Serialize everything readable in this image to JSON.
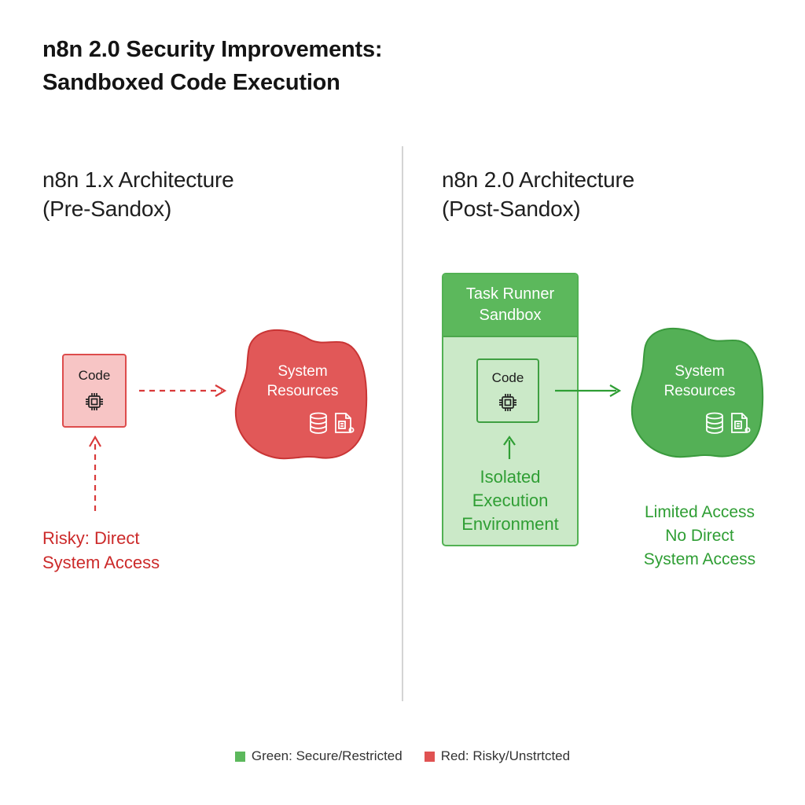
{
  "title": {
    "line1": "n8n 2.0 Security Improvements:",
    "line2": "Sandboxed Code Execution"
  },
  "left": {
    "heading_line1": "n8n 1.x Architecture",
    "heading_line2": "(Pre-Sandox)",
    "code_label": "Code",
    "resources_line1": "System",
    "resources_line2": "Resources",
    "note_line1": "Risky: Direct",
    "note_line2": "System Access",
    "color": "#e05252"
  },
  "right": {
    "heading_line1": "n8n 2.0 Architecture",
    "heading_line2": "(Post-Sandox)",
    "sandbox_line1": "Task Runner",
    "sandbox_line2": "Sandbox",
    "code_label": "Code",
    "isolated_line1": "Isolated",
    "isolated_line2": "Execution",
    "isolated_line3": "Environment",
    "resources_line1": "System",
    "resources_line2": "Resources",
    "note_line1": "Limited Access",
    "note_line2": "No Direct",
    "note_line3": "System Access",
    "color": "#4caf50"
  },
  "legend": {
    "green": {
      "label": "Green: Secure/Restricted",
      "color": "#5cb85c"
    },
    "red": {
      "label": "Red: Risky/Unstrtcted",
      "color": "#e05252"
    }
  },
  "icons": [
    "chip-icon",
    "database-icon",
    "document-icon",
    "arrow-icon"
  ]
}
